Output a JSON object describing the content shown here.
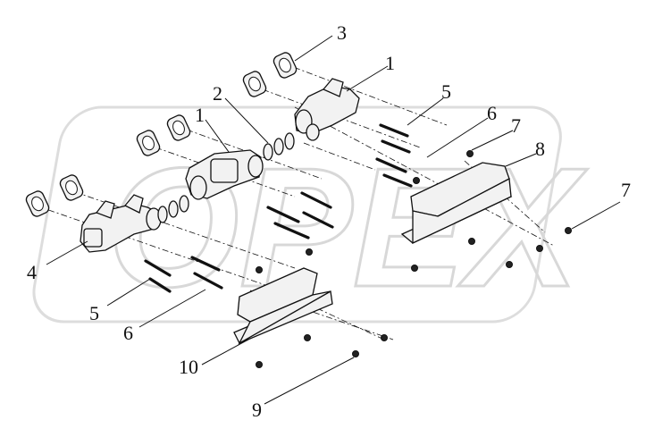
{
  "watermark": "OPEX",
  "callouts": [
    {
      "id": "label-3",
      "text": "3"
    },
    {
      "id": "label-1-top",
      "text": "1"
    },
    {
      "id": "label-2",
      "text": "2"
    },
    {
      "id": "label-1",
      "text": "1"
    },
    {
      "id": "label-5-top",
      "text": "5"
    },
    {
      "id": "label-6-top",
      "text": "6"
    },
    {
      "id": "label-7-top",
      "text": "7"
    },
    {
      "id": "label-8",
      "text": "8"
    },
    {
      "id": "label-7-right",
      "text": "7"
    },
    {
      "id": "label-4",
      "text": "4"
    },
    {
      "id": "label-5",
      "text": "5"
    },
    {
      "id": "label-6",
      "text": "6"
    },
    {
      "id": "label-10",
      "text": "10"
    },
    {
      "id": "label-9",
      "text": "9"
    }
  ]
}
